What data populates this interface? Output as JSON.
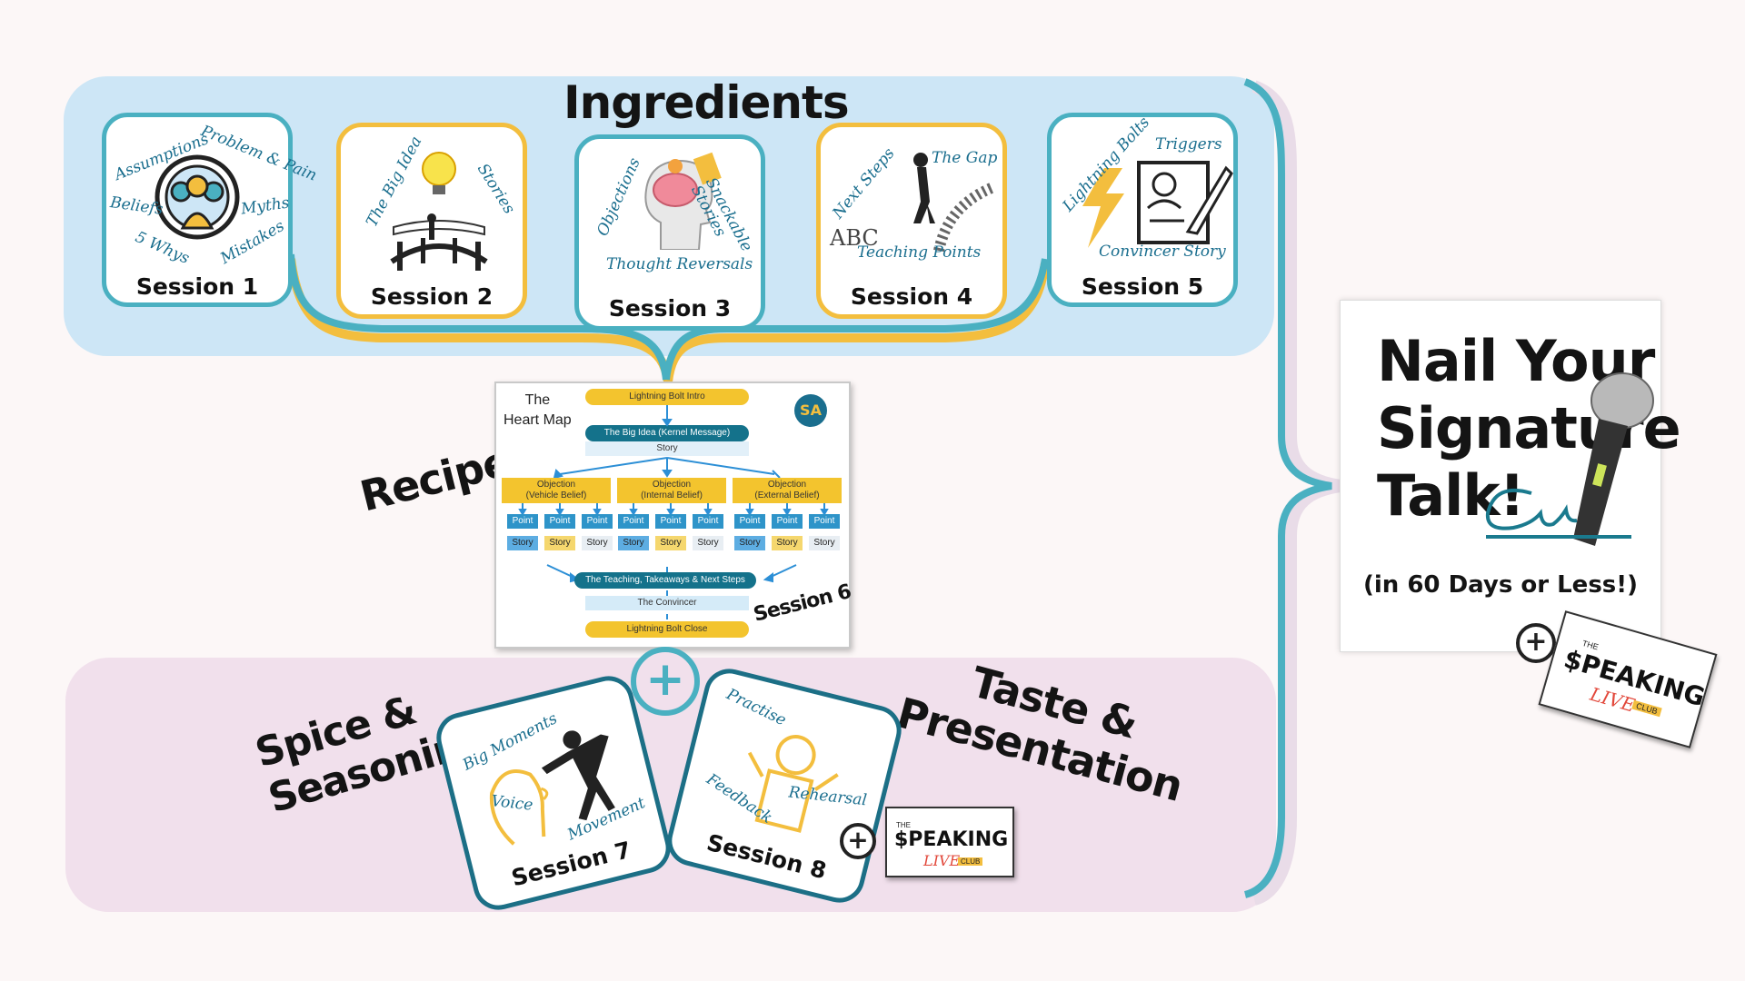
{
  "ingredients_title": "Ingredients",
  "recipe_title": "Recipe",
  "spice_title": [
    "Spice &",
    "Seasoning"
  ],
  "taste_title": [
    "Taste &",
    "Presentation"
  ],
  "sessions": {
    "s1": {
      "label": "Session 1",
      "words": [
        "Assumptions",
        "Problem & Pain",
        "Beliefs",
        "Myths",
        "5 Whys",
        "Mistakes"
      ]
    },
    "s2": {
      "label": "Session 2",
      "words": [
        "The Big Idea",
        "Stories"
      ]
    },
    "s3": {
      "label": "Session 3",
      "words": [
        "Objections",
        "Snackable Stories",
        "Thought Reversals"
      ]
    },
    "s4": {
      "label": "Session 4",
      "words": [
        "Next Steps",
        "The Gap",
        "ABC",
        "Teaching Points"
      ]
    },
    "s5": {
      "label": "Session 5",
      "words": [
        "Lightning Bolts",
        "Triggers",
        "Convincer Story"
      ]
    },
    "s6": {
      "label": "Session 6"
    },
    "s7": {
      "label": "Session 7",
      "words": [
        "Big Moments",
        "Voice",
        "Movement"
      ]
    },
    "s8": {
      "label": "Session 8",
      "words": [
        "Practise",
        "Rehearsal",
        "Feedback"
      ]
    }
  },
  "heart_map": {
    "title": [
      "The",
      "Heart Map"
    ],
    "badge": "SA",
    "intro": "Lightning Bolt Intro",
    "big_idea": "The Big Idea (Kernel Message)",
    "story": "Story",
    "objections": [
      {
        "title": "Objection",
        "sub": "(Vehicle Belief)"
      },
      {
        "title": "Objection",
        "sub": "(Internal Belief)"
      },
      {
        "title": "Objection",
        "sub": "(External Belief)"
      }
    ],
    "point": "Point",
    "teaching": "The Teaching, Takeaways & Next Steps",
    "convincer": "The Convincer",
    "close": "Lightning Bolt Close"
  },
  "result": {
    "title": [
      "Nail Your",
      "Signature",
      "Talk!"
    ],
    "subtitle": "(in 60 Days or Less!)"
  },
  "logo": {
    "the": "THE",
    "speaking": "$PEAKING",
    "live": "LIVE",
    "club": "CLUB"
  },
  "plus": "+",
  "colors": {
    "teal": "#4ab0c1",
    "gold": "#f3be3e",
    "blue_band": "#cde6f6",
    "pink_band": "#f1e0ec",
    "dark_teal": "#11718a"
  }
}
